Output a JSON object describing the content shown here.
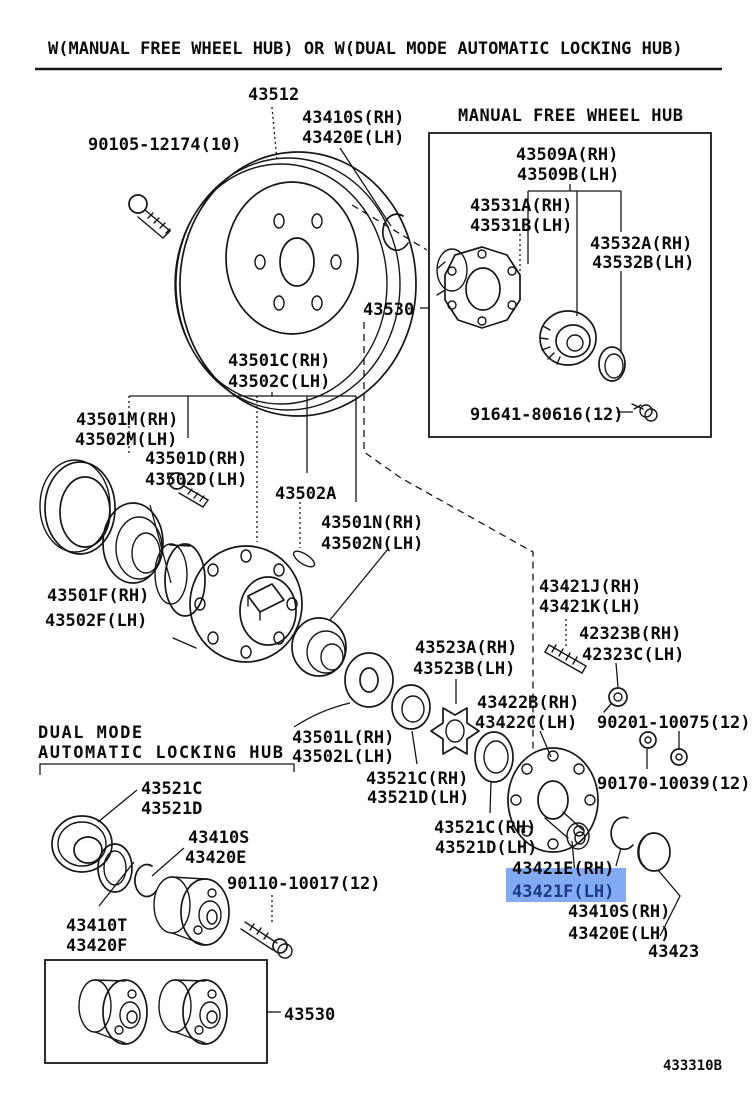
{
  "title": "W(MANUAL FREE WHEEL HUB) OR W(DUAL MODE AUTOMATIC LOCKING HUB)",
  "drawing_number": "433310B",
  "colors": {
    "highlight_bg": "#83abf3",
    "highlight_text": "#1c3a86",
    "ink": "#161616",
    "background": "#ffffff"
  },
  "sections": {
    "manual_hub_title": "MANUAL FREE WHEEL HUB",
    "dual_hub_title_line1": "DUAL MODE",
    "dual_hub_title_line2": "AUTOMATIC LOCKING HUB"
  },
  "selected_part": "43421F(LH)",
  "parts": {
    "p43512": "43512",
    "p43410s_rh": "43410S(RH)",
    "p43420e_lh": "43420E(LH)",
    "p90105": "90105-12174(10)",
    "p43509a": "43509A(RH)",
    "p43509b": "43509B(LH)",
    "p43531a": "43531A(RH)",
    "p43531b": "43531B(LH)",
    "p43532a": "43532A(RH)",
    "p43532b": "43532B(LH)",
    "p91641": "91641-80616(12)",
    "p43530": "43530",
    "p43501c": "43501C(RH)",
    "p43502c": "43502C(LH)",
    "p43501m": "43501M(RH)",
    "p43502m": "43502M(LH)",
    "p43501d": "43501D(RH)",
    "p43502d": "43502D(LH)",
    "p43502a": "43502A",
    "p43501n": "43501N(RH)",
    "p43502n": "43502N(LH)",
    "p43501f": "43501F(RH)",
    "p43502f": "43502F(LH)",
    "p43421j": "43421J(RH)",
    "p43421k": "43421K(LH)",
    "p42323b": "42323B(RH)",
    "p42323c": "42323C(LH)",
    "p43523a": "43523A(RH)",
    "p43523b": "43523B(LH)",
    "p43422b": "43422B(RH)",
    "p43422c": "43422C(LH)",
    "p90201": "90201-10075(12)",
    "p43501l": "43501L(RH)",
    "p43502l": "43502L(LH)",
    "p90170": "90170-10039(12)",
    "p43521c_rh": "43521C(RH)",
    "p43521d_lh": "43521D(LH)",
    "p43421e": "43421E(RH)",
    "p43421f": "43421F(LH)",
    "p43521c": "43521C",
    "p43521d": "43521D",
    "p43410s": "43410S",
    "p43420e": "43420E",
    "p90110": "90110-10017(12)",
    "p43410t": "43410T",
    "p43420f": "43420F",
    "p43423": "43423"
  }
}
